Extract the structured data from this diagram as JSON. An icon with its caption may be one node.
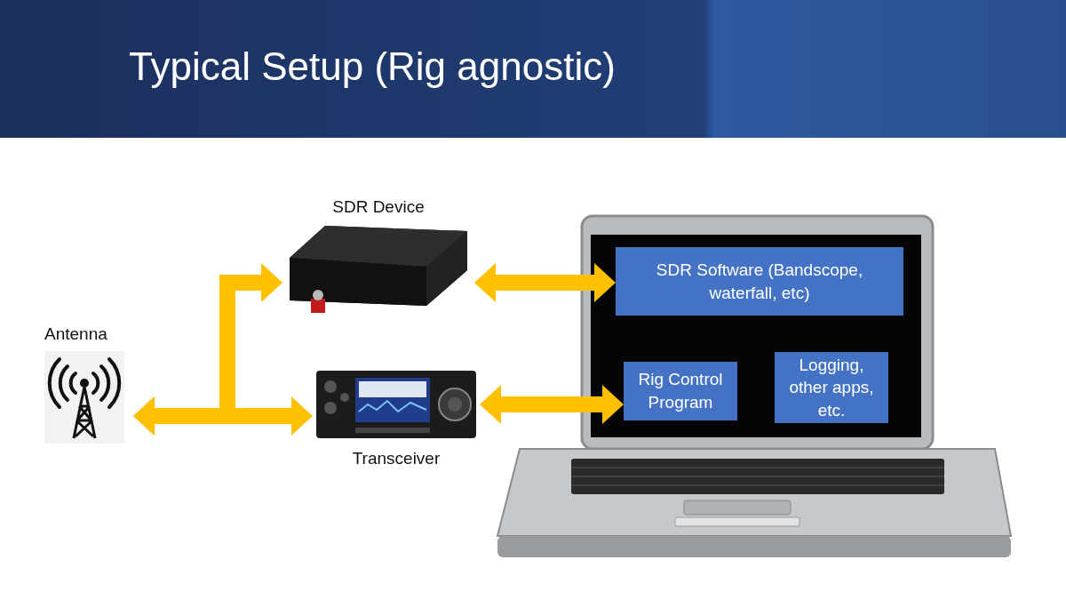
{
  "diagram": {
    "title": "Typical Setup (Rig agnostic)",
    "nodes": [
      {
        "text": [
          "Antenna"
        ]
      },
      {
        "text": [
          "SDR Device"
        ]
      },
      {
        "text": [
          "Transceiver"
        ]
      },
      {
        "text": [],
        "shape": "picture"
      },
      {
        "text": [
          "SDR Software (Bandscope, waterfall, etc)"
        ],
        "in": 3
      },
      {
        "text": [
          "Rig Control Program"
        ],
        "in": 3
      },
      {
        "text": [
          "Logging, other apps, etc."
        ],
        "in": 3
      }
    ],
    "edges": [
      {
        "from": 0,
        "to": 2,
        "arrow": "both"
      },
      {
        "from": 0,
        "to": 1,
        "arrow": "both"
      },
      {
        "from": 1,
        "to": 4,
        "arrow": "both"
      },
      {
        "from": 2,
        "to": 5,
        "arrow": "both"
      }
    ]
  }
}
